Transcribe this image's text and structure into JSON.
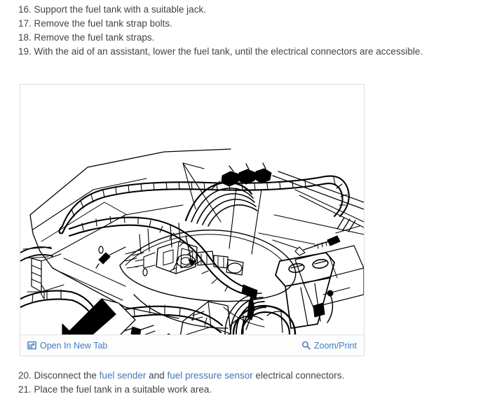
{
  "page": {
    "background_color": "#ffffff",
    "text_color": "#3f4448",
    "link_color": "#4277b8"
  },
  "steps_above": [
    {
      "number": "16.",
      "text": "Support the fuel tank with a suitable jack."
    },
    {
      "number": "17.",
      "text": "Remove the fuel tank strap bolts."
    },
    {
      "number": "18.",
      "text": "Remove the fuel tank straps."
    },
    {
      "number": "19.",
      "text": "With the aid of an assistant, lower the fuel tank, until the electrical connectors are accessible."
    }
  ],
  "steps_below": {
    "step20": {
      "number": "20.",
      "lead": "Disconnect the ",
      "link1": "fuel sender",
      "mid": " and ",
      "link2": "fuel pressure sensor",
      "tail": " electrical connectors."
    },
    "step21": {
      "number": "21.",
      "text": "Place the fuel tank in a suitable work area."
    }
  },
  "figure": {
    "alt": "Line drawing of vehicle underbody showing fuel tank, fuel hoses, filler neck and mounting bracket",
    "toolbar": {
      "open_new_tab_label": "Open In New Tab",
      "open_new_tab_icon": "external-link-icon",
      "zoom_print_label": "Zoom/Print",
      "zoom_print_icon": "magnifier-icon"
    }
  }
}
